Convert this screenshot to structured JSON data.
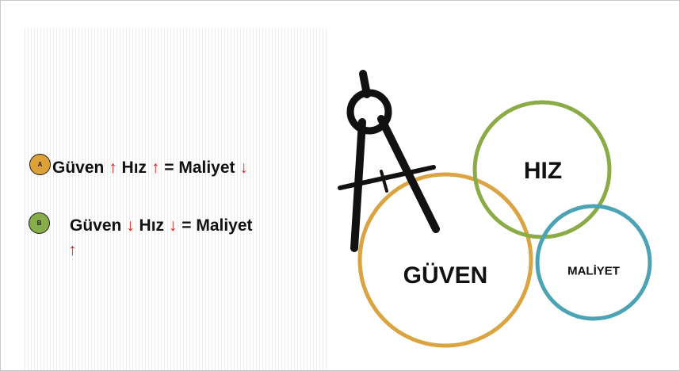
{
  "bullets": {
    "a": {
      "marker": "A",
      "parts": [
        "Güven",
        "↑",
        "Hız",
        "↑",
        "= Maliyet",
        "↓"
      ]
    },
    "b": {
      "marker": "B",
      "parts": [
        "Güven",
        "↓",
        "Hız",
        "↓",
        "= Maliyet",
        "↑"
      ]
    }
  },
  "circles": {
    "guven": {
      "label": "GÜVEN",
      "color": "#d9a441"
    },
    "hiz": {
      "label": "HIZ",
      "color": "#8aab45"
    },
    "maliyet": {
      "label": "MALİYET",
      "color": "#4ba3b3"
    }
  },
  "colors": {
    "arrow": "#e02020",
    "marker_a_fill": "#dda13a",
    "marker_b_fill": "#86ad4a",
    "compass": "#111111"
  },
  "icons": [
    "compass-icon"
  ]
}
